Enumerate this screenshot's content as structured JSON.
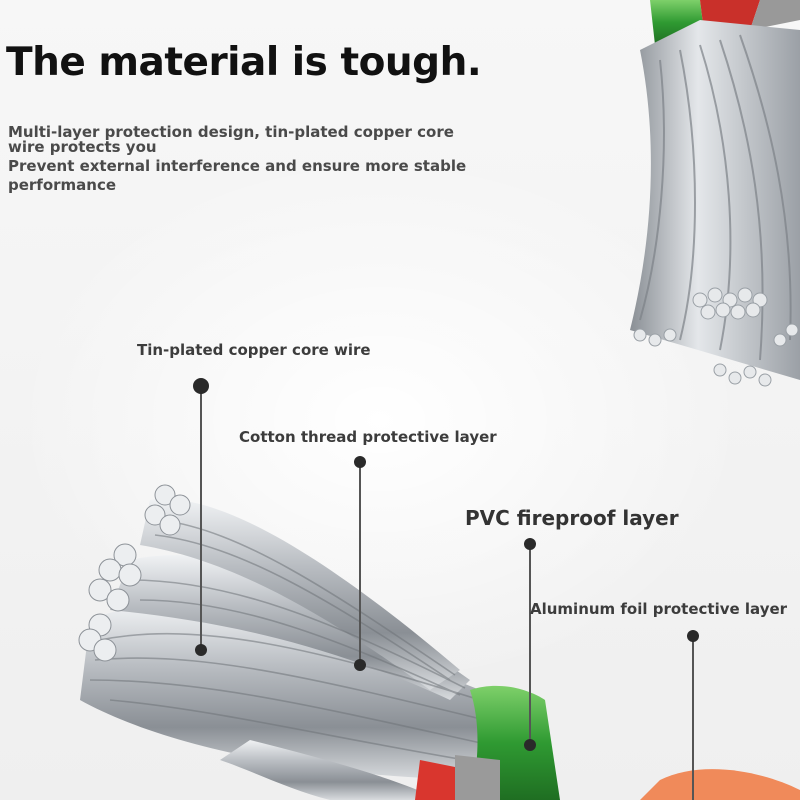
{
  "header": {
    "title": "The material is tough."
  },
  "description": {
    "line1a": "Multi-layer protection design, tin-plated copper core",
    "line1b": "wire protects you",
    "line2a": "Prevent external interference and ensure more stable",
    "line2b": "performance"
  },
  "callouts": {
    "core": "Tin-plated copper core wire",
    "cotton": "Cotton thread protective layer",
    "pvc": "PVC fireproof layer",
    "foil": "Aluminum foil protective layer"
  },
  "colors": {
    "pvc_green": "#3aa43a",
    "outer_red": "#d9362e",
    "strand_silver": "#b8bcc0",
    "dot": "#2a2a2a"
  }
}
